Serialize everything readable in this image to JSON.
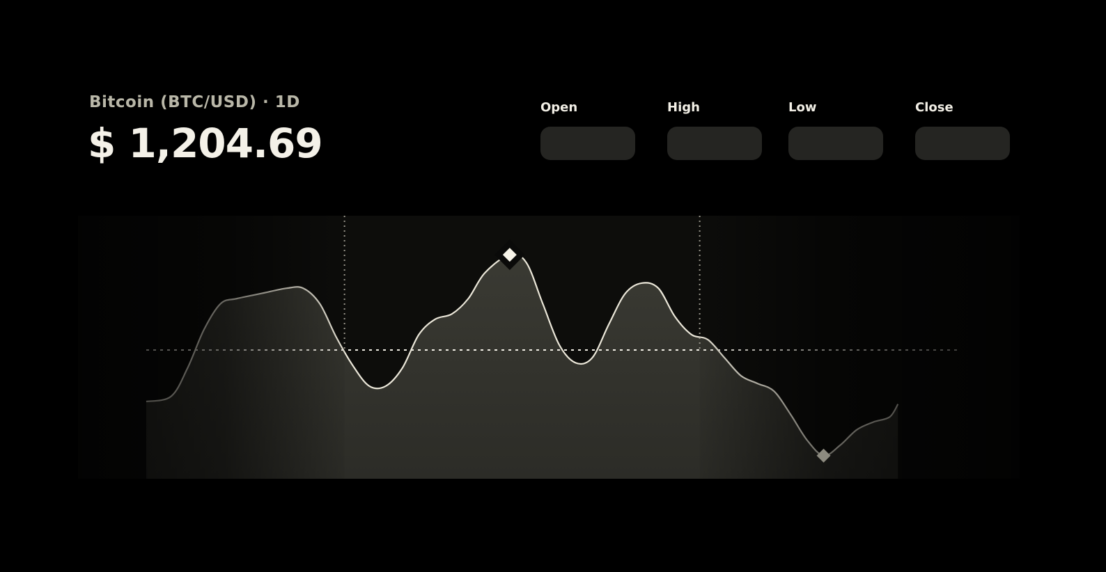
{
  "header": {
    "subtitle": "Bitcoin (BTC/USD) · 1D",
    "price": "$ 1,204.69"
  },
  "stats": [
    {
      "label": "Open",
      "value": ""
    },
    {
      "label": "High",
      "value": ""
    },
    {
      "label": "Low",
      "value": ""
    },
    {
      "label": "Close",
      "value": ""
    }
  ],
  "colors": {
    "background": "#000000",
    "plot_background": "#0d0d0b",
    "area_fill": "#35352f",
    "line": "#ece8da",
    "reference_line": "#f2efe6",
    "pill": "#252522"
  },
  "chart_data": {
    "type": "area",
    "title": "",
    "xlabel": "",
    "ylabel": "",
    "ylim": [
      0,
      100
    ],
    "xlim": [
      0,
      100
    ],
    "reference_value": 50,
    "highlighted_range": [
      24,
      67
    ],
    "grid": false,
    "legend": "none",
    "series": [
      {
        "values": [
          [
            0,
            30
          ],
          [
            3,
            32
          ],
          [
            5,
            43
          ],
          [
            7,
            58
          ],
          [
            9,
            68
          ],
          [
            11,
            70
          ],
          [
            14,
            72
          ],
          [
            17,
            74
          ],
          [
            19,
            74
          ],
          [
            21,
            68
          ],
          [
            23,
            55
          ],
          [
            25,
            44
          ],
          [
            27,
            36
          ],
          [
            29,
            36
          ],
          [
            31,
            43
          ],
          [
            33,
            56
          ],
          [
            35,
            62
          ],
          [
            37,
            64
          ],
          [
            39,
            70
          ],
          [
            41,
            80
          ],
          [
            44,
            87
          ],
          [
            46,
            84
          ],
          [
            48,
            68
          ],
          [
            50,
            52
          ],
          [
            52,
            45
          ],
          [
            54,
            47
          ],
          [
            56,
            60
          ],
          [
            58,
            72
          ],
          [
            60,
            76
          ],
          [
            62,
            74
          ],
          [
            64,
            63
          ],
          [
            66,
            56
          ],
          [
            68,
            54
          ],
          [
            70,
            47
          ],
          [
            72,
            40
          ],
          [
            74,
            37
          ],
          [
            76,
            34
          ],
          [
            78,
            25
          ],
          [
            80,
            15
          ],
          [
            82,
            9
          ],
          [
            84,
            13
          ],
          [
            86,
            19
          ],
          [
            88,
            22
          ],
          [
            90,
            24
          ],
          [
            91,
            29
          ]
        ]
      }
    ],
    "markers": [
      {
        "kind": "max",
        "x": 44,
        "y": 87
      },
      {
        "kind": "min",
        "x": 82,
        "y": 9
      }
    ]
  }
}
